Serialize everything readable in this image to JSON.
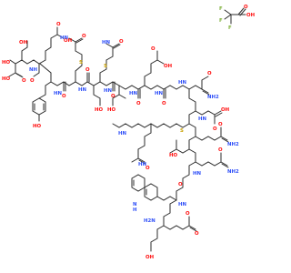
{
  "atom_colors": {
    "oxygen": "#ff0d0d",
    "nitrogen": "#3050f8",
    "sulfur": "#c8a000",
    "fluorine": "#7fb03a",
    "carbon_bond": "#2b2b2b"
  },
  "counterion": {
    "labels": [
      "F",
      "F",
      "F",
      "O",
      "OH"
    ]
  },
  "labels": {
    "oh": "OH",
    "ho": "HO",
    "o": "O",
    "nh": "NH",
    "hn": "HN",
    "h2n": "H2N",
    "nh2": "NH2",
    "s": "S",
    "n": "N",
    "h": "H",
    "f": "F"
  }
}
